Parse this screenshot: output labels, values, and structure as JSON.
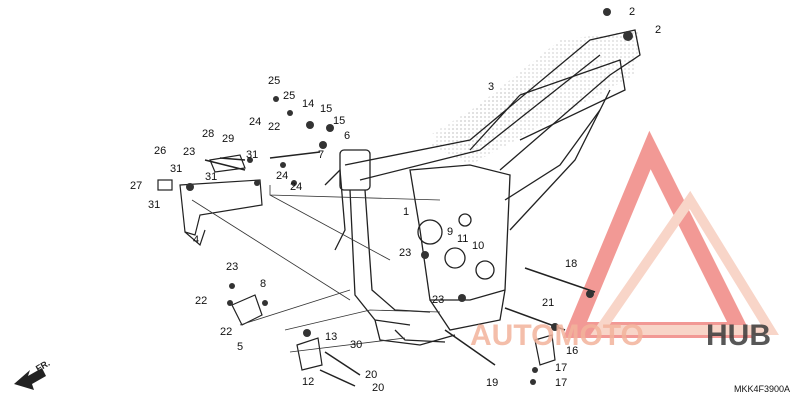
{
  "diagram_code": "MKK4F3900A",
  "front_indicator": "FR.",
  "watermark": {
    "part1": "AUTOMOTO",
    "part2": "HUB",
    "accent": "#e8473f",
    "accent2": "#f3b39c",
    "dark": "#3a3a3a"
  },
  "callouts": [
    {
      "id": "c1",
      "label": "2"
    },
    {
      "id": "c2",
      "label": "2"
    },
    {
      "id": "c3",
      "label": "3"
    },
    {
      "id": "c4",
      "label": "25"
    },
    {
      "id": "c5",
      "label": "25"
    },
    {
      "id": "c6",
      "label": "14"
    },
    {
      "id": "c7",
      "label": "15"
    },
    {
      "id": "c8",
      "label": "15"
    },
    {
      "id": "c9",
      "label": "22"
    },
    {
      "id": "c10",
      "label": "6"
    },
    {
      "id": "c11",
      "label": "24"
    },
    {
      "id": "c12",
      "label": "7"
    },
    {
      "id": "c13",
      "label": "28"
    },
    {
      "id": "c14",
      "label": "29"
    },
    {
      "id": "c15",
      "label": "31"
    },
    {
      "id": "c16",
      "label": "23"
    },
    {
      "id": "c17",
      "label": "31"
    },
    {
      "id": "c18",
      "label": "26"
    },
    {
      "id": "c19",
      "label": "31"
    },
    {
      "id": "c20",
      "label": "24"
    },
    {
      "id": "c21",
      "label": "24"
    },
    {
      "id": "c22",
      "label": "27"
    },
    {
      "id": "c23",
      "label": "31"
    },
    {
      "id": "c24",
      "label": "4"
    },
    {
      "id": "c25",
      "label": "1"
    },
    {
      "id": "c26",
      "label": "9"
    },
    {
      "id": "c27",
      "label": "11"
    },
    {
      "id": "c28",
      "label": "10"
    },
    {
      "id": "c29",
      "label": "23"
    },
    {
      "id": "c30",
      "label": "18"
    },
    {
      "id": "c31",
      "label": "23"
    },
    {
      "id": "c32",
      "label": "8"
    },
    {
      "id": "c33",
      "label": "22"
    },
    {
      "id": "c34",
      "label": "22"
    },
    {
      "id": "c35",
      "label": "5"
    },
    {
      "id": "c36",
      "label": "23"
    },
    {
      "id": "c37",
      "label": "21"
    },
    {
      "id": "c38",
      "label": "16"
    },
    {
      "id": "c39",
      "label": "13"
    },
    {
      "id": "c40",
      "label": "30"
    },
    {
      "id": "c41",
      "label": "17"
    },
    {
      "id": "c42",
      "label": "20"
    },
    {
      "id": "c43",
      "label": "17"
    },
    {
      "id": "c44",
      "label": "12"
    },
    {
      "id": "c45",
      "label": "20"
    },
    {
      "id": "c46",
      "label": "19"
    }
  ]
}
